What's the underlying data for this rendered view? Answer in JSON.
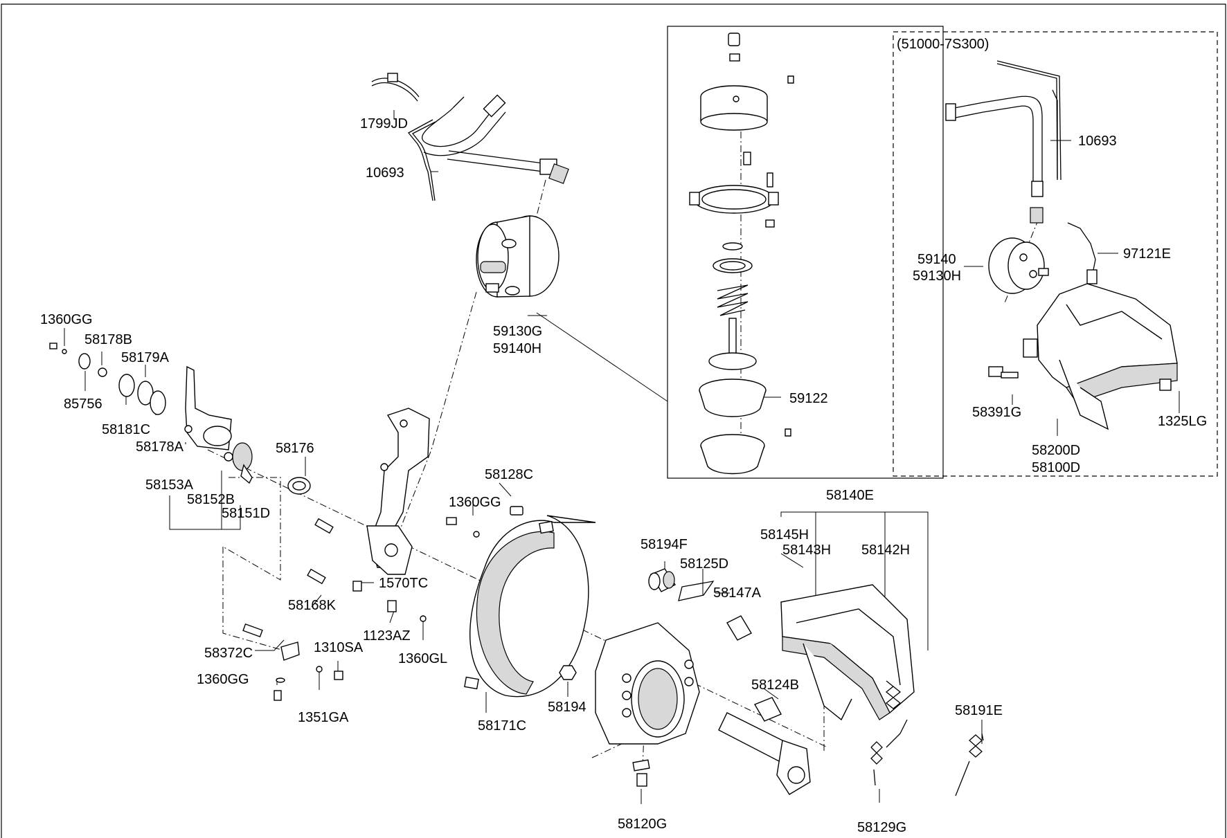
{
  "labels": {
    "p_1799JD": "1799JD",
    "p_10693_left": "10693",
    "p_59130G": "59130G",
    "p_59140H": "59140H",
    "p_59122": "59122",
    "p_alt_group": "(51000-7S300)",
    "p_10693_right": "10693",
    "p_97121E": "97121E",
    "p_59140": "59140",
    "p_59130H": "59130H",
    "p_58391G": "58391G",
    "p_1325LG": "1325LG",
    "p_58200D": "58200D",
    "p_58100D": "58100D",
    "p_1360GG_top": "1360GG",
    "p_58178B": "58178B",
    "p_58179A": "58179A",
    "p_85756": "85756",
    "p_58181C": "58181C",
    "p_58178A": "58178A",
    "p_58153A": "58153A",
    "p_58152B": "58152B",
    "p_58151D": "58151D",
    "p_58176": "58176",
    "p_58128C": "58128C",
    "p_1360GG_mid": "1360GG",
    "p_1570TC": "1570TC",
    "p_58168K": "58168K",
    "p_1123AZ": "1123AZ",
    "p_58372C": "58372C",
    "p_1310SA": "1310SA",
    "p_1360GL": "1360GL",
    "p_1360GG_low": "1360GG",
    "p_1351GA": "1351GA",
    "p_58171C": "58171C",
    "p_58194": "58194",
    "p_58140E": "58140E",
    "p_58145H": "58145H",
    "p_58143H": "58143H",
    "p_58142H": "58142H",
    "p_58194F": "58194F",
    "p_58125D": "58125D",
    "p_58147A": "58147A",
    "p_58124B": "58124B",
    "p_58191E": "58191E",
    "p_58120G": "58120G",
    "p_58129G": "58129G"
  }
}
